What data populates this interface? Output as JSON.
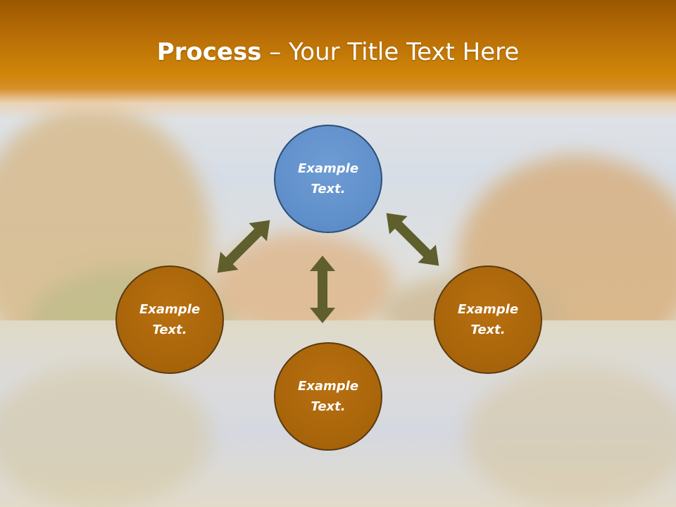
{
  "slide": {
    "title_bold": "Process",
    "title_rest": " – Your Title Text Here"
  },
  "diagram": {
    "nodes": [
      {
        "id": "top",
        "label": "Example Text.",
        "color": "#5f8fca"
      },
      {
        "id": "left",
        "label": "Example Text.",
        "color": "#a8640a"
      },
      {
        "id": "right",
        "label": "Example Text.",
        "color": "#a8640a"
      },
      {
        "id": "bottom",
        "label": "Example Text.",
        "color": "#a8640a"
      }
    ],
    "arrow_color": "#5e5f2c",
    "arrows": [
      "top-left",
      "top-right",
      "top-bottom"
    ]
  },
  "theme": {
    "title_band": "#c57a06",
    "circle_border_brown": "#5a3a10",
    "circle_border_blue": "#2c4f78"
  }
}
